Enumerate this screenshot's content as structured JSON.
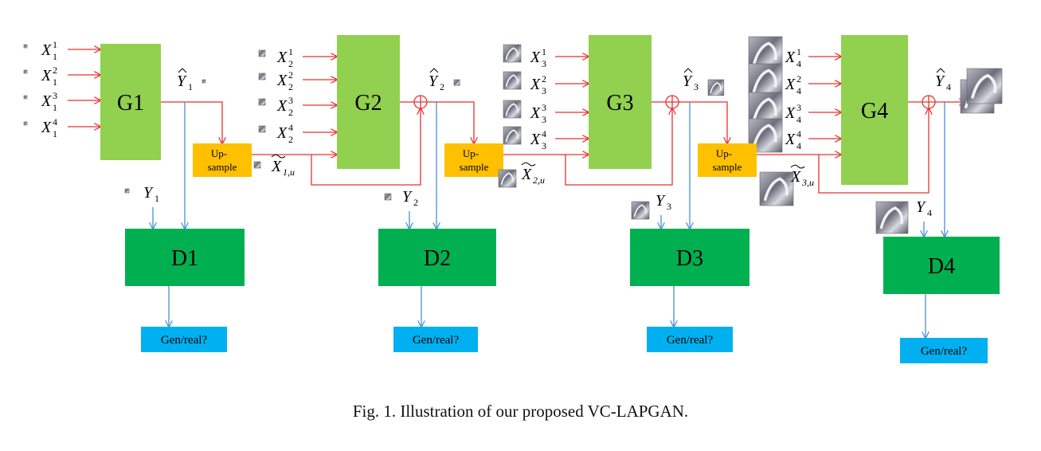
{
  "colors": {
    "generator": "#92d050",
    "discriminator": "#00b050",
    "upsample": "#ffc000",
    "output_box": "#00b0f0",
    "red_arrow": "#e8312f",
    "blue_arrow": "#4a8fd4"
  },
  "stages": [
    {
      "generator": "G1",
      "discriminator": "D1",
      "output_label": "Gen/real?",
      "inputs": [
        {
          "base": "X",
          "sub": "1",
          "sup": "1"
        },
        {
          "base": "X",
          "sub": "1",
          "sup": "2"
        },
        {
          "base": "X",
          "sub": "1",
          "sup": "3"
        },
        {
          "base": "X",
          "sub": "1",
          "sup": "4"
        }
      ],
      "generated": {
        "base": "Y",
        "sub": "1"
      },
      "real": {
        "base": "Y",
        "sub": "1"
      },
      "has_upsample": false
    },
    {
      "generator": "G2",
      "discriminator": "D2",
      "output_label": "Gen/real?",
      "upsample_label": "Up-\nsample",
      "inputs": [
        {
          "base": "X",
          "sub": "2",
          "sup": "1"
        },
        {
          "base": "X",
          "sub": "2",
          "sup": "2"
        },
        {
          "base": "X",
          "sub": "2",
          "sup": "3"
        },
        {
          "base": "X",
          "sub": "2",
          "sup": "4"
        }
      ],
      "upsampled": {
        "base": "X",
        "sub": "1,u"
      },
      "generated": {
        "base": "Y",
        "sub": "2"
      },
      "real": {
        "base": "Y",
        "sub": "2"
      },
      "has_upsample": true
    },
    {
      "generator": "G3",
      "discriminator": "D3",
      "output_label": "Gen/real?",
      "upsample_label": "Up-\nsample",
      "inputs": [
        {
          "base": "X",
          "sub": "3",
          "sup": "1"
        },
        {
          "base": "X",
          "sub": "3",
          "sup": "2"
        },
        {
          "base": "X",
          "sub": "3",
          "sup": "3"
        },
        {
          "base": "X",
          "sub": "3",
          "sup": "4"
        }
      ],
      "upsampled": {
        "base": "X",
        "sub": "2,u"
      },
      "generated": {
        "base": "Y",
        "sub": "3"
      },
      "real": {
        "base": "Y",
        "sub": "3"
      },
      "has_upsample": true
    },
    {
      "generator": "G4",
      "discriminator": "D4",
      "output_label": "Gen/real?",
      "upsample_label": "Up-\nsample",
      "inputs": [
        {
          "base": "X",
          "sub": "4",
          "sup": "1"
        },
        {
          "base": "X",
          "sub": "4",
          "sup": "2"
        },
        {
          "base": "X",
          "sub": "4",
          "sup": "3"
        },
        {
          "base": "X",
          "sub": "4",
          "sup": "4"
        }
      ],
      "upsampled": {
        "base": "X",
        "sub": "3,u"
      },
      "generated": {
        "base": "Y",
        "sub": "4"
      },
      "real": {
        "base": "Y",
        "sub": "4"
      },
      "has_upsample": true
    }
  ],
  "caption": "Fig. 1.  Illustration of our proposed VC-LAPGAN."
}
